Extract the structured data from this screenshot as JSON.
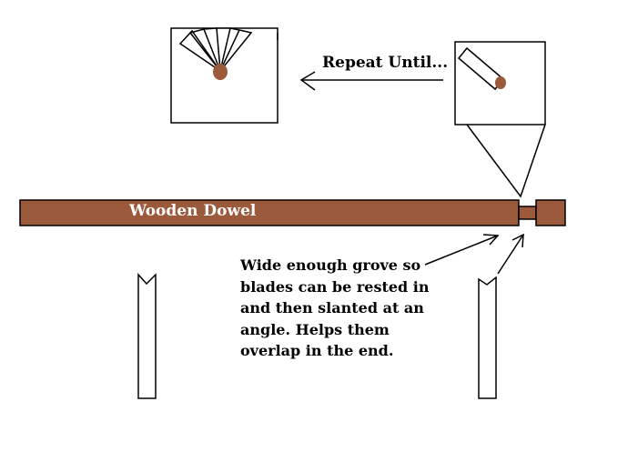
{
  "colors": {
    "wood": "#9b5a3c",
    "pivot": "#9b5a3c",
    "stroke": "#000000",
    "background": "#ffffff",
    "dowel_text": "#ffffff"
  },
  "labels": {
    "dowel": "Wooden Dowel",
    "repeat": "Repeat Until...",
    "note_lines": [
      "Wide enough grove so",
      "blades can be rested in",
      "and then slanted at an",
      "angle. Helps them",
      "overlap in the end."
    ]
  }
}
